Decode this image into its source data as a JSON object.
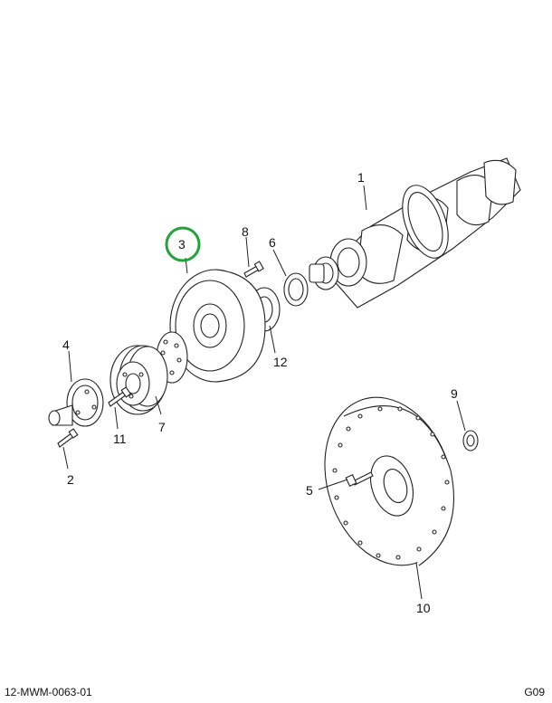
{
  "callouts": {
    "c1": "1",
    "c2": "2",
    "c3": "3",
    "c4": "4",
    "c5": "5",
    "c6": "6",
    "c7": "7",
    "c8": "8",
    "c9": "9",
    "c10": "10",
    "c11": "11",
    "c12": "12"
  },
  "highlight": {
    "callout": "3",
    "color": "#22a33a"
  },
  "footer": {
    "left": "12-MWM-0063-01",
    "right": "G09"
  }
}
